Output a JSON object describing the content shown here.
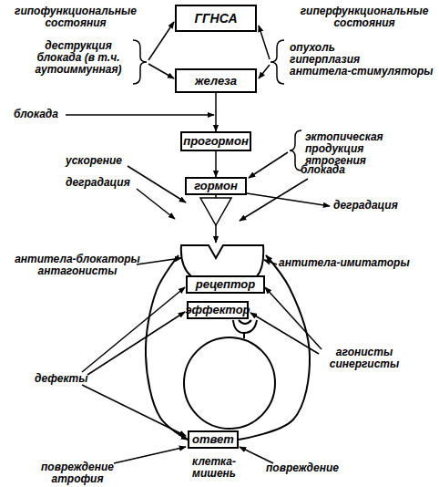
{
  "diagram": {
    "nodes": [
      {
        "text": [
          "ГГНСА"
        ]
      },
      {
        "text": [
          "железа"
        ]
      },
      {
        "text": [
          "прогормон"
        ]
      },
      {
        "text": [
          "гормон"
        ]
      },
      {
        "text": [
          "рецептор"
        ]
      },
      {
        "text": [
          "эффектор"
        ]
      },
      {
        "text": [
          "ответ"
        ]
      }
    ],
    "edges": [
      {
        "from": 1,
        "to": 2,
        "arrow": "to"
      },
      {
        "from": 2,
        "to": 3,
        "arrow": "to"
      },
      {
        "from": 3,
        "to": 4,
        "arrow": "to"
      },
      {
        "from": 4,
        "to": 6,
        "arrow": "to"
      },
      {
        "from": 6,
        "to": 4,
        "arrow": "to"
      }
    ],
    "labels": [
      "гипофункциональные состояния",
      "гиперфункциональные состояния",
      "деструкция блокада (в т.ч. аутоиммунная)",
      "опухоль гиперплазия антитела-стимуляторы",
      "блокада",
      "эктопическая продукция ятрогения",
      "ускорение",
      "деградация",
      "блокада",
      "деградация",
      "антитела-блокаторы антагонисты",
      "антитела-имитаторы",
      "агонисты синергисты",
      "дефекты",
      "повреждение атрофия",
      "повреждение",
      "клетка-мишень"
    ]
  }
}
